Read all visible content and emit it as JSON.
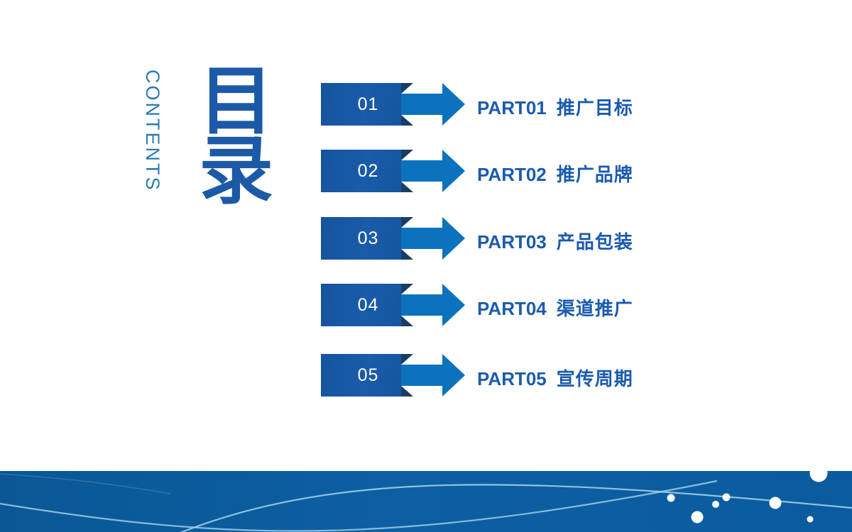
{
  "slide": {
    "title_cn": "目录",
    "title_cn_chars": [
      "目",
      "录"
    ],
    "title_en": "CONTENTS",
    "background_color": "#ffffff"
  },
  "colors": {
    "number_box": "#14559F",
    "arrow": "#0B72BE",
    "arrow_notch": "#1A3D66",
    "label_text": "#1B5BAE",
    "title_cn_color": "#1C5AA8",
    "title_en_color": "#2B7BB0",
    "band": "#0B5D9E",
    "band_line": "#9FD0E8",
    "dot": "#ffffff"
  },
  "agenda": {
    "items": [
      {
        "number": "01",
        "part": "PART01",
        "topic": "推广目标"
      },
      {
        "number": "02",
        "part": "PART02",
        "topic": "推广品牌"
      },
      {
        "number": "03",
        "part": "PART03",
        "topic": "产品包装"
      },
      {
        "number": "04",
        "part": "PART04",
        "topic": "渠道推广"
      },
      {
        "number": "05",
        "part": "PART05",
        "topic": "宣传周期"
      }
    ]
  },
  "decor": {
    "band_label": "bottom-wave-band",
    "dot_count": 7
  }
}
